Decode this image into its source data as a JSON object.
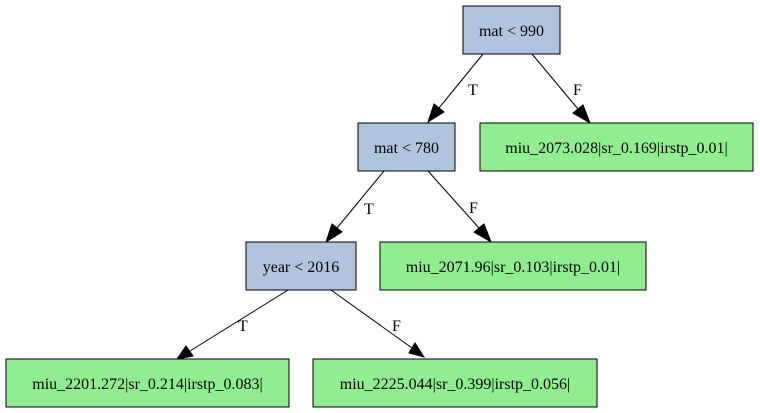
{
  "colors": {
    "decision_fill": "#b0c4de",
    "leaf_fill": "#90ee90",
    "stroke": "#000000"
  },
  "tree": {
    "root": {
      "label": "mat < 990"
    },
    "root_leaf": {
      "label": "miu_2073.028|sr_0.169|irstp_0.01|"
    },
    "node_mat780": {
      "label": "mat < 780"
    },
    "leaf_mat780_false": {
      "label": "miu_2071.96|sr_0.103|irstp_0.01|"
    },
    "node_year2016": {
      "label": "year < 2016"
    },
    "leaf_year_true": {
      "label": "miu_2201.272|sr_0.214|irstp_0.083|"
    },
    "leaf_year_false": {
      "label": "miu_2225.044|sr_0.399|irstp_0.056|"
    }
  },
  "edges": {
    "root_true": {
      "label": "T"
    },
    "root_false": {
      "label": "F"
    },
    "mat780_true": {
      "label": "T"
    },
    "mat780_false": {
      "label": "F"
    },
    "year_true": {
      "label": "T"
    },
    "year_false": {
      "label": "F"
    }
  }
}
